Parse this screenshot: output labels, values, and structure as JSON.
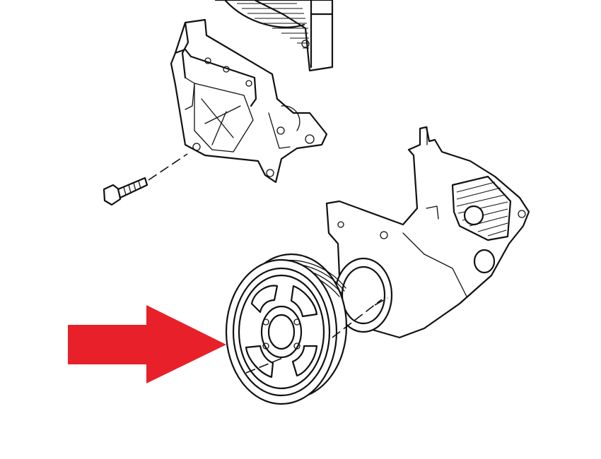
{
  "colors": {
    "background": "#ffffff",
    "line": "#111111",
    "arrow": "#e8202a"
  },
  "parts": [
    {
      "name": "timing-cover-upper",
      "icon": "upper-cover-partial"
    },
    {
      "name": "engine-mount-bracket",
      "icon": "bracket"
    },
    {
      "name": "mounting-bolt",
      "icon": "bolt"
    },
    {
      "name": "timing-cover-lower",
      "icon": "lower-cover"
    },
    {
      "name": "crankshaft-pulley",
      "icon": "pulley"
    }
  ],
  "pointer": {
    "icon": "red-arrow-icon",
    "points_to": "crankshaft-pulley"
  }
}
